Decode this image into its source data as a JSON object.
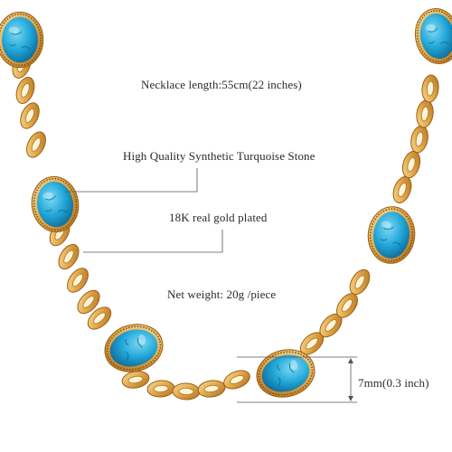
{
  "annotations": {
    "length": "Necklace length:55cm(22 inches)",
    "stone": "High Quality Synthetic Turquoise Stone",
    "plating": "18K real gold plated",
    "weight": "Net weight:  20g /piece",
    "width": "7mm(0.3 inch)"
  },
  "colors": {
    "gold_light": "#f3d38a",
    "gold_mid": "#e2a94a",
    "gold_dark": "#a8681c",
    "turquoise_light": "#6fd2ef",
    "turquoise_mid": "#1fa6d8",
    "turquoise_dark": "#0c6f9e",
    "leader_line": "#555555"
  }
}
